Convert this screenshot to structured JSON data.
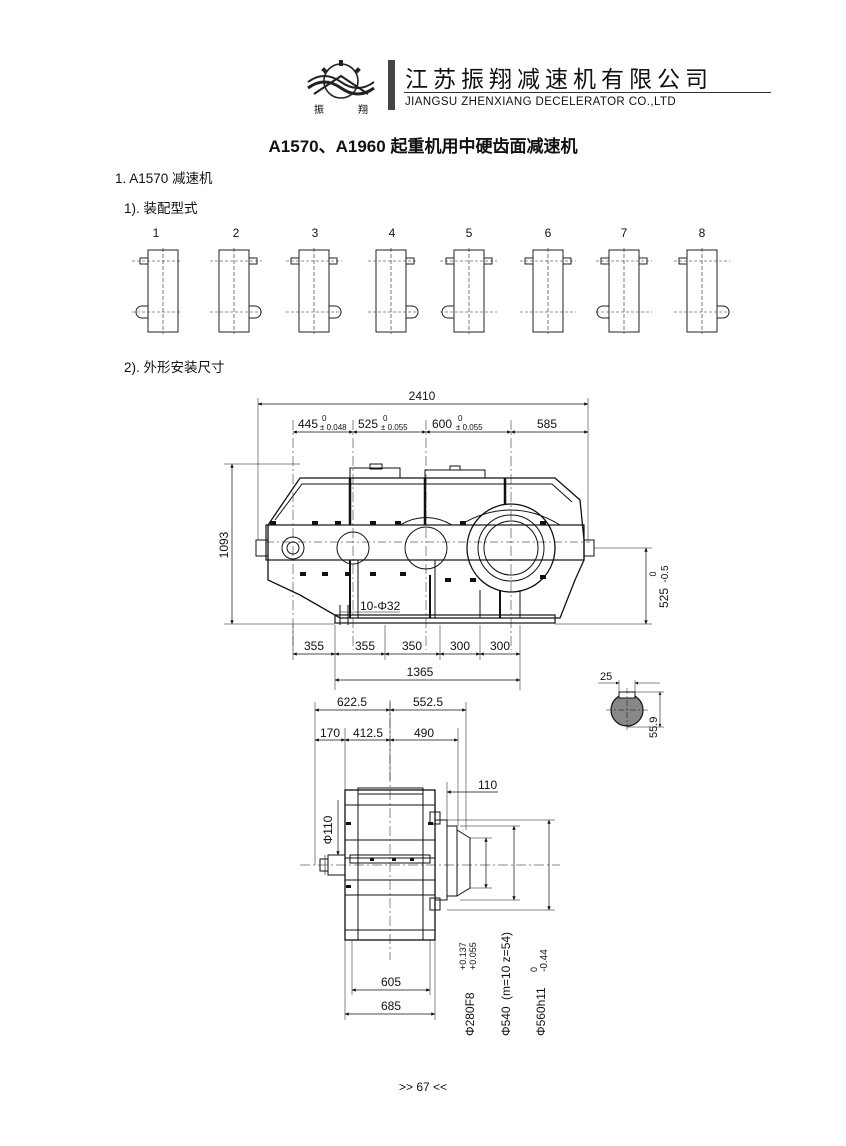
{
  "header": {
    "company_cn": "江苏振翔减速机有限公司",
    "company_en": "JIANGSU ZHENXIANG DECELERATOR CO.,LTD",
    "logo_chars": [
      "振",
      "翔"
    ]
  },
  "title": "A1570、A1960 起重机用中硬齿面减速机",
  "section_1": "1. A1570 减速机",
  "sub_1": "1). 装配型式",
  "sub_2": "2). 外形安装尺寸",
  "assembly_types": [
    "1",
    "2",
    "3",
    "4",
    "5",
    "6",
    "7",
    "8"
  ],
  "front_view": {
    "overall_length": "2410",
    "d1": "445",
    "d1_tol_upper": "0",
    "d1_tol": "± 0.048",
    "d2": "525",
    "d2_tol_upper": "0",
    "d2_tol": "± 0.055",
    "d3": "600",
    "d3_tol_upper": "0",
    "d3_tol": "± 0.055",
    "d4": "585",
    "height": "1093",
    "shaft_height": "525",
    "shaft_height_tol_upper": "0",
    "shaft_height_tol_lower": "-0.5",
    "bolts": "10-Φ32",
    "base_spacings": [
      "355",
      "355",
      "350",
      "300",
      "300"
    ],
    "base_total": "1365"
  },
  "keyway": {
    "width": "25",
    "depth": "55.9"
  },
  "side_view": {
    "w1": "622.5",
    "w2": "552.5",
    "w3": "170",
    "w4": "412.5",
    "w5": "490",
    "w6": "110",
    "shaft_dia": "Φ110",
    "base_inner": "605",
    "base_outer": "685",
    "d_280": "Φ280F8",
    "d_280_tol_upper": "+0.137",
    "d_280_tol_lower": "+0.055",
    "d_540": "Φ540",
    "d_540_note": "(m=10 z=54)",
    "d_560": "Φ560h11",
    "d_560_tol_upper": "0",
    "d_560_tol_lower": "-0.44"
  },
  "page_number": ">> 67 <<"
}
